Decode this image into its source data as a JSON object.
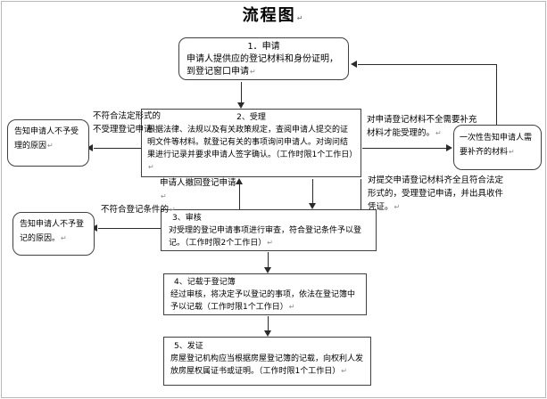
{
  "page": {
    "title": "流程图",
    "pmark": "↵"
  },
  "colors": {
    "box_border": "#404040",
    "connector": "#2b2b2b",
    "page_border": "#b8b8b8",
    "text": "#000000",
    "background": "#ffffff"
  },
  "steps": {
    "apply": {
      "title": "1．申请",
      "body": "申请人提供应的登记材料和身份证明，到登记窗口申请"
    },
    "accept": {
      "title": "2、受理",
      "body": "根据法律、法规以及有关政策规定，查阅申请人提交的证明文件等材料。就登记有关的事项询问申请人。对询问结果进行记录并要求申请人签字确认。（工作时限1个工作日）"
    },
    "review": {
      "title": "3、审核",
      "body": "对受理的登记申请事项进行审查，符合登记条件予以登记。（工作时限2个工作日）"
    },
    "record": {
      "title": "4、记载于登记簿",
      "body": "经过审核，将决定予以登记的事项，依法在登记簿中予以记载（工作时限1个工作日）"
    },
    "certificate": {
      "title": "5、发证",
      "body": "房屋登记机构应当根据房屋登记簿的记载，向权利人发放房屋权属证书或证明。（工作时限1个工作日）"
    }
  },
  "terminals": {
    "notify_not_accepted": "告知申请人不予受理的原因",
    "notify_not_registered": "告知申请人不予登记的原因。",
    "notify_supplement": "一次性告知申请人需要补齐的材料"
  },
  "edge_labels": {
    "invalid_form": "不符合法定形式的不受理登记申请",
    "incomplete_materials": "对申请登记材料不全需要补充材料才能受理的。",
    "withdraw": "申请人撤回登记申请",
    "complete_materials": "对提交申请登记材料齐全且符合法定形式的，受理登记申请，并出具收件凭证。",
    "conditions_not_met": "不符合登记条件的"
  }
}
